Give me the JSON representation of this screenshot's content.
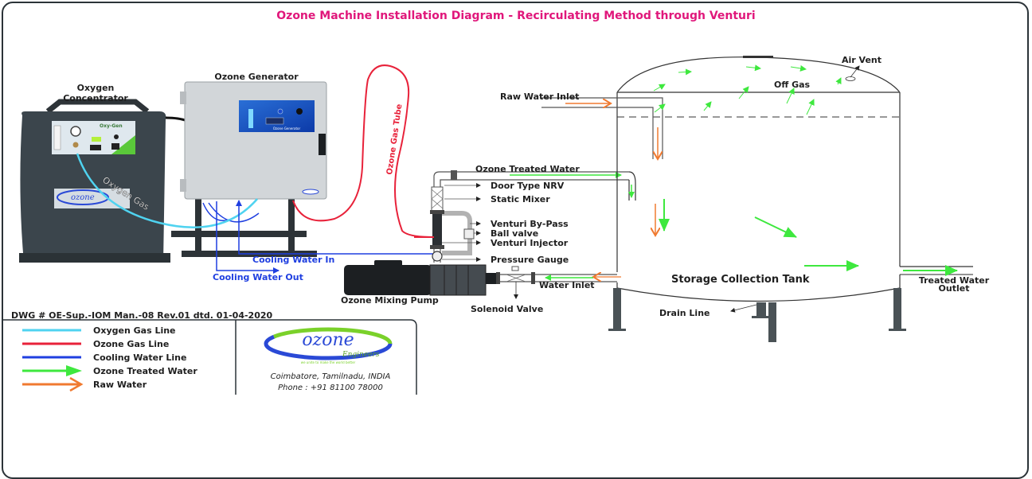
{
  "title": "Ozone Machine Installation Diagram - Recirculating Method through Venturi",
  "equipment": {
    "oxygen_concentrator": {
      "label_line1": "Oxygen",
      "label_line2": "Concentrator",
      "panel_brand": "Oxy-Gen"
    },
    "ozone_generator": {
      "label": "Ozone Generator",
      "panel_text": "Ozone Generator"
    },
    "ozone_mixing_pump": {
      "label": "Ozone Mixing Pump"
    },
    "storage_tank": {
      "label": "Storage Collection Tank"
    }
  },
  "lines": {
    "oxygen_gas": "Oxygen Gas",
    "ozone_gas_tube": "Ozone Gas Tube",
    "cooling_water_in": "Cooling Water In",
    "cooling_water_out": "Cooling Water Out"
  },
  "components": {
    "ozone_treated_water": "Ozone Treated Water",
    "door_type_nrv": "Door Type NRV",
    "static_mixer": "Static Mixer",
    "venturi_bypass": "Venturi By-Pass",
    "ball_valve": "Ball valve",
    "venturi_injector": "Venturi Injector",
    "pressure_gauge": "Pressure Gauge",
    "water_inlet": "Water Inlet",
    "solenoid_valve": "Solenoid Valve"
  },
  "tank": {
    "raw_water_inlet": "Raw Water Inlet",
    "air_vent": "Air Vent",
    "off_gas": "Off Gas",
    "drain_line": "Drain Line",
    "treated_water_outlet_line1": "Treated Water",
    "treated_water_outlet_line2": "Outlet"
  },
  "drawing_number": "DWG # OE-Sup.-IOM Man.-08 Rev.01 dtd. 01-04-2020",
  "legend": [
    {
      "label": "Oxygen Gas Line",
      "color": "#4fd3f0",
      "style": "line"
    },
    {
      "label": "Ozone Gas Line",
      "color": "#e8223a",
      "style": "line"
    },
    {
      "label": "Cooling Water Line",
      "color": "#1f3fe0",
      "style": "line"
    },
    {
      "label": "Ozone Treated Water",
      "color": "#3ee83e",
      "style": "arrow-solid"
    },
    {
      "label": "Raw Water",
      "color": "#f07a30",
      "style": "arrow-open"
    }
  ],
  "company": {
    "logo_main": "ozone",
    "logo_sub": "Engineers",
    "tagline": "we unite to make the world better",
    "address": "Coimbatore, Tamilnadu, INDIA",
    "phone": "Phone :  +91 81100 78000"
  },
  "colors": {
    "title": "#e0177b",
    "oxygen_line": "#4fd3f0",
    "ozone_line": "#e8223a",
    "cooling_line": "#1f3fe0",
    "treated_water": "#3ee83e",
    "raw_water": "#f07a30"
  }
}
